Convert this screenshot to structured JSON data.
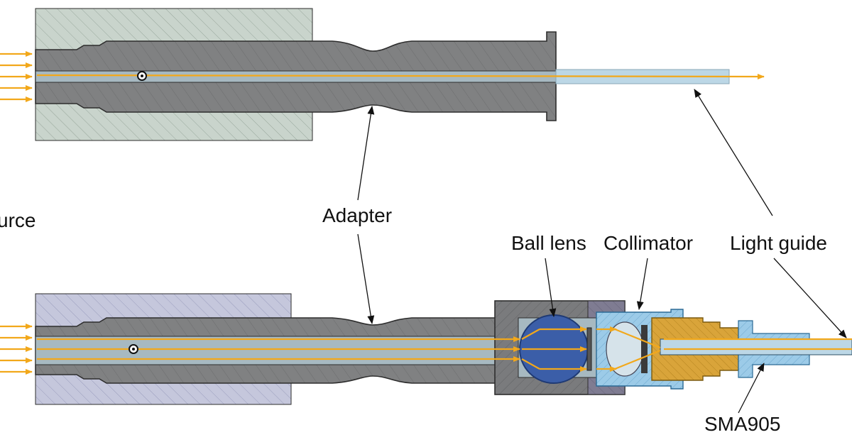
{
  "labels": {
    "source": "urce",
    "adapter": "Adapter",
    "ball_lens": "Ball lens",
    "collimator": "Collimator",
    "light_guide": "Light guide",
    "sma905": "SMA905"
  },
  "colors": {
    "adapter_body": "#808182",
    "source_housing_top": "#c9d4cc",
    "source_housing_bottom": "#c5c7dc",
    "ball_lens": "#3b5ea8",
    "collimator": "#9ccbe8",
    "sma_connector": "#d9a43a",
    "light_ray": "#f2a81b",
    "light_guide": "#bcd7e6"
  }
}
